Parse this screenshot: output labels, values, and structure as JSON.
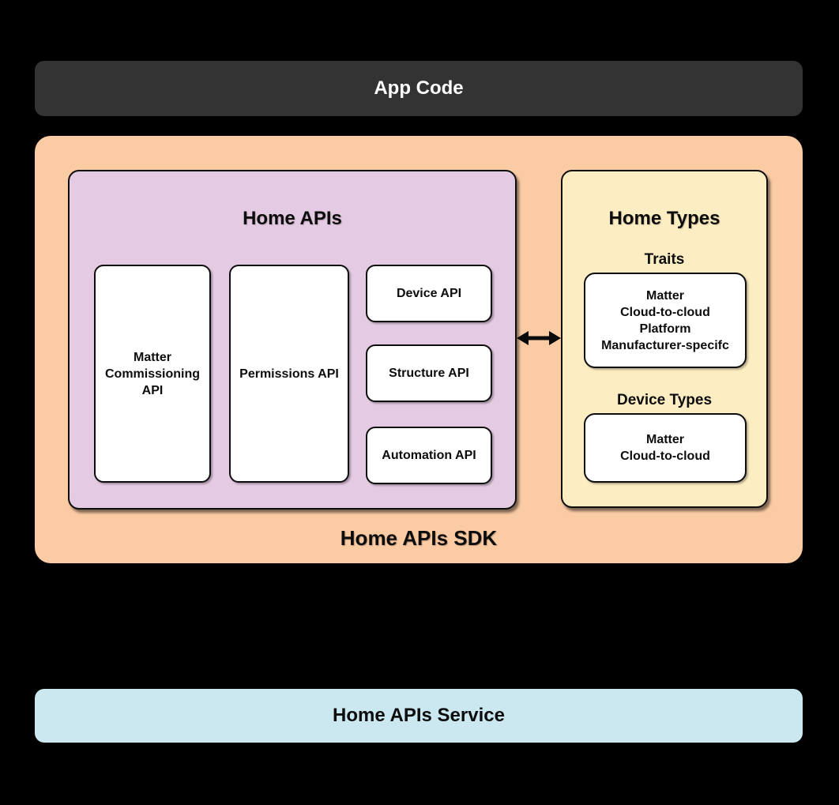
{
  "colors": {
    "background": "#000000",
    "app_code_bg": "#333333",
    "sdk_bg": "#FBCBA3",
    "home_apis_bg": "#E4CAE2",
    "home_types_bg": "#FDEDC2",
    "service_bg": "#CBE7EF",
    "inner_box_bg": "#FFFFFF",
    "border": "#0D0D0D",
    "text_dark": "#0D0D0D",
    "text_light": "#FFFFFF"
  },
  "app_code": {
    "label": "App Code"
  },
  "sdk": {
    "label": "Home APIs SDK",
    "home_apis": {
      "title": "Home APIs",
      "matter_commissioning_api": "Matter\nCommissioning\nAPI",
      "permissions_api": "Permissions API",
      "device_api": "Device API",
      "structure_api": "Structure API",
      "automation_api": "Automation API"
    },
    "home_types": {
      "title": "Home Types",
      "traits_heading": "Traits",
      "traits_box": "Matter\nCloud-to-cloud\nPlatform\nManufacturer-specifc",
      "device_types_heading": "Device Types",
      "device_types_box": "Matter\nCloud-to-cloud"
    }
  },
  "service": {
    "label": "Home APIs Service"
  }
}
